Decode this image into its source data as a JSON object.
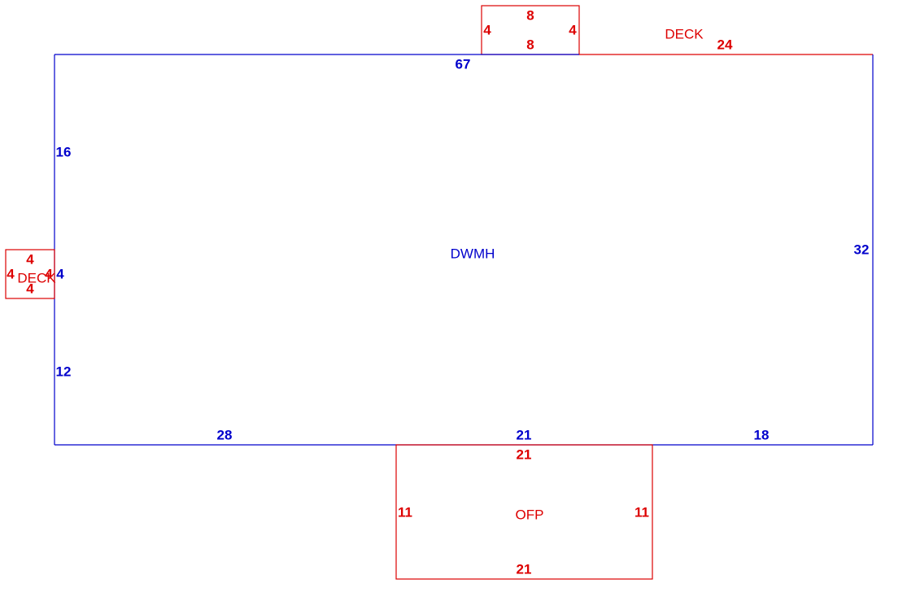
{
  "colors": {
    "main_structure": "#0000cc",
    "additions": "#dd0000",
    "background": "#ffffff"
  },
  "main": {
    "name": "DWMH",
    "dim_top": "67",
    "dim_right": "32",
    "dim_left_upper": "16",
    "dim_left_mid": "4",
    "dim_left_lower": "12",
    "dim_bottom_left": "28",
    "dim_bottom_center": "21",
    "dim_bottom_right": "18"
  },
  "top_deck": {
    "name": "DECK",
    "dim_top": "8",
    "dim_bottom": "8",
    "dim_left": "4",
    "dim_right": "4",
    "dim_edge": "24"
  },
  "left_deck": {
    "name": "DECK",
    "dim_top": "4",
    "dim_bottom": "4",
    "dim_left": "4",
    "dim_right": "4"
  },
  "porch": {
    "name": "OFP",
    "dim_top": "21",
    "dim_bottom": "21",
    "dim_left": "11",
    "dim_right": "11"
  }
}
